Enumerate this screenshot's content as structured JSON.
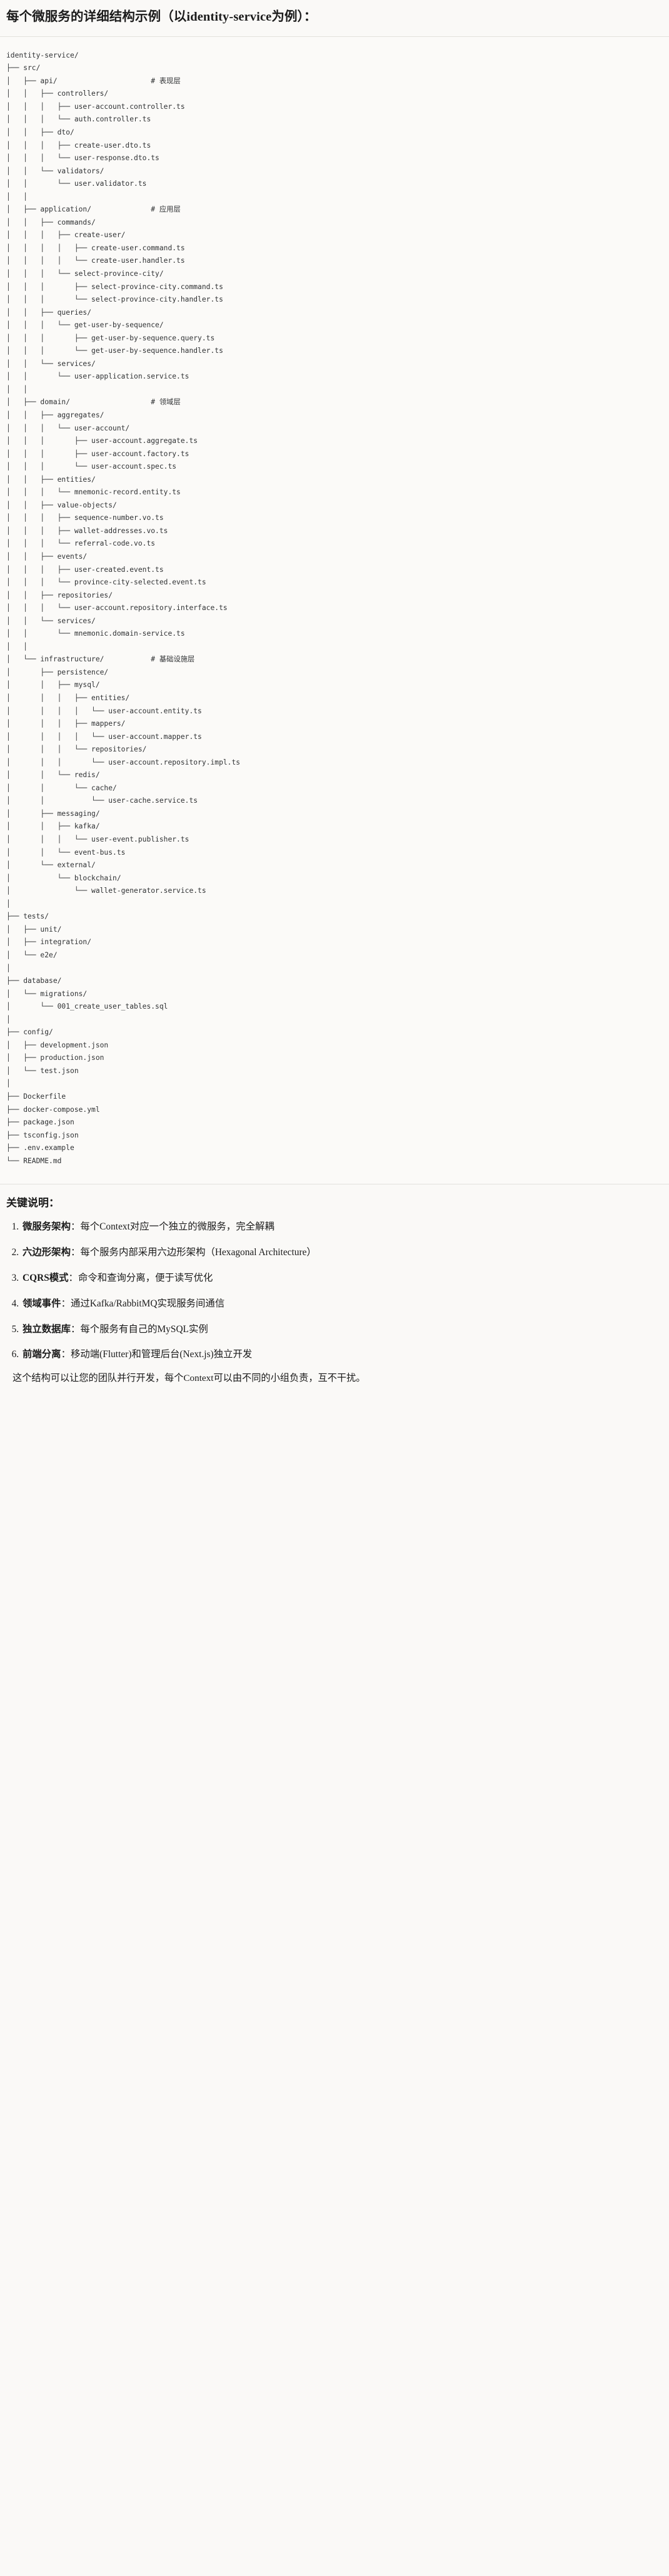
{
  "heading": {
    "text": "每个微服务的详细结构示例（以identity-service为例）："
  },
  "tree": {
    "root": "identity-service/",
    "text": "identity-service/\n├── src/\n│   ├── api/                      # 表现层\n│   │   ├── controllers/\n│   │   │   ├── user-account.controller.ts\n│   │   │   └── auth.controller.ts\n│   │   ├── dto/\n│   │   │   ├── create-user.dto.ts\n│   │   │   └── user-response.dto.ts\n│   │   └── validators/\n│   │       └── user.validator.ts\n│   │\n│   ├── application/              # 应用层\n│   │   ├── commands/\n│   │   │   ├── create-user/\n│   │   │   │   ├── create-user.command.ts\n│   │   │   │   └── create-user.handler.ts\n│   │   │   └── select-province-city/\n│   │   │       ├── select-province-city.command.ts\n│   │   │       └── select-province-city.handler.ts\n│   │   ├── queries/\n│   │   │   └── get-user-by-sequence/\n│   │   │       ├── get-user-by-sequence.query.ts\n│   │   │       └── get-user-by-sequence.handler.ts\n│   │   └── services/\n│   │       └── user-application.service.ts\n│   │\n│   ├── domain/                   # 领域层\n│   │   ├── aggregates/\n│   │   │   └── user-account/\n│   │   │       ├── user-account.aggregate.ts\n│   │   │       ├── user-account.factory.ts\n│   │   │       └── user-account.spec.ts\n│   │   ├── entities/\n│   │   │   └── mnemonic-record.entity.ts\n│   │   ├── value-objects/\n│   │   │   ├── sequence-number.vo.ts\n│   │   │   ├── wallet-addresses.vo.ts\n│   │   │   └── referral-code.vo.ts\n│   │   ├── events/\n│   │   │   ├── user-created.event.ts\n│   │   │   └── province-city-selected.event.ts\n│   │   ├── repositories/\n│   │   │   └── user-account.repository.interface.ts\n│   │   └── services/\n│   │       └── mnemonic.domain-service.ts\n│   │\n│   └── infrastructure/           # 基础设施层\n│       ├── persistence/\n│       │   ├── mysql/\n│       │   │   ├── entities/\n│       │   │   │   └── user-account.entity.ts\n│       │   │   ├── mappers/\n│       │   │   │   └── user-account.mapper.ts\n│       │   │   └── repositories/\n│       │   │       └── user-account.repository.impl.ts\n│       │   └── redis/\n│       │       └── cache/\n│       │           └── user-cache.service.ts\n│       ├── messaging/\n│       │   ├── kafka/\n│       │   │   └── user-event.publisher.ts\n│       │   └── event-bus.ts\n│       └── external/\n│           └── blockchain/\n│               └── wallet-generator.service.ts\n│\n├── tests/\n│   ├── unit/\n│   ├── integration/\n│   └── e2e/\n│\n├── database/\n│   └── migrations/\n│       └── 001_create_user_tables.sql\n│\n├── config/\n│   ├── development.json\n│   ├── production.json\n│   └── test.json\n│\n├── Dockerfile\n├── docker-compose.yml\n├── package.json\n├── tsconfig.json\n├── .env.example\n└── README.md",
    "layer_comments": [
      "# 表现层",
      "# 应用层",
      "# 领域层",
      "# 基础设施层"
    ]
  },
  "keypoints": {
    "title": "关键说明：",
    "items": [
      {
        "term": "微服务架构",
        "sep": "：",
        "desc": "每个Context对应一个独立的微服务，完全解耦"
      },
      {
        "term": "六边形架构",
        "sep": "：",
        "desc": "每个服务内部采用六边形架构（Hexagonal Architecture）"
      },
      {
        "term": "CQRS模式",
        "sep": "：",
        "desc": "命令和查询分离，便于读写优化"
      },
      {
        "term": "领域事件",
        "sep": "：",
        "desc": "通过Kafka/RabbitMQ实现服务间通信"
      },
      {
        "term": "独立数据库",
        "sep": "：",
        "desc": "每个服务有自己的MySQL实例"
      },
      {
        "term": "前端分离",
        "sep": "：",
        "desc": "移动端(Flutter)和管理后台(Next.js)独立开发"
      }
    ],
    "closing": "这个结构可以让您的团队并行开发，每个Context可以由不同的小组负责，互不干扰。"
  }
}
